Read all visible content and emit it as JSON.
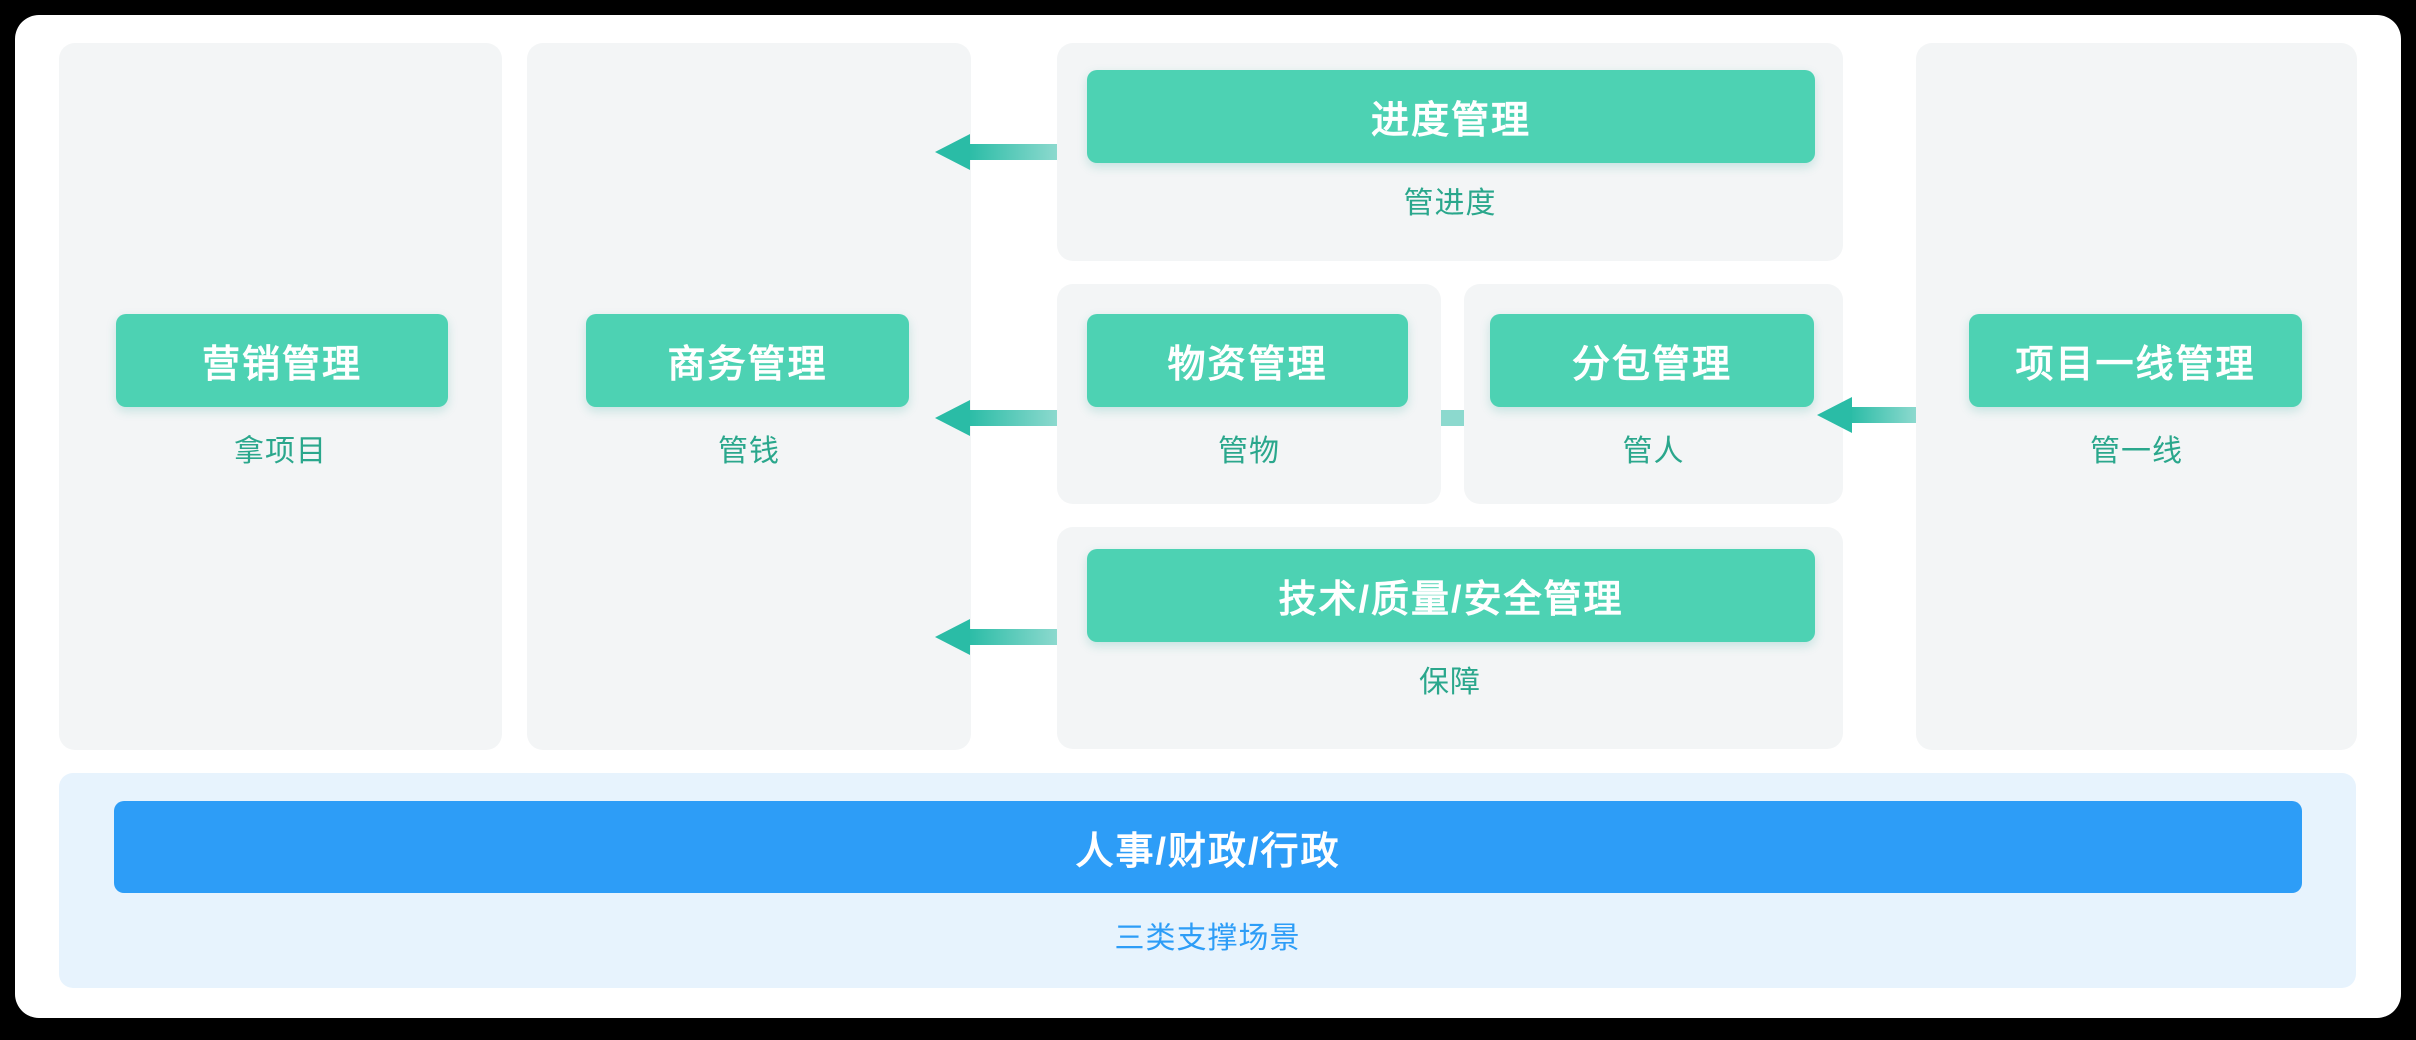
{
  "diagram": {
    "panels": {
      "marketing": {
        "button_label": "营销管理",
        "caption": "拿项目"
      },
      "business": {
        "button_label": "商务管理",
        "caption": "管钱"
      },
      "schedule": {
        "button_label": "进度管理",
        "caption": "管进度"
      },
      "materials": {
        "button_label": "物资管理",
        "caption": "管物"
      },
      "subcontract": {
        "button_label": "分包管理",
        "caption": "管人"
      },
      "tech_quality_safety": {
        "button_label": "技术/质量/安全管理",
        "caption": "保障"
      },
      "frontline": {
        "button_label": "项目一线管理",
        "caption": "管一线"
      },
      "support": {
        "button_label": "人事/财政/行政",
        "caption": "三类支撑场景"
      }
    },
    "arrows": [
      {
        "name": "schedule-to-business",
        "direction": "left"
      },
      {
        "name": "materials-to-business",
        "direction": "left"
      },
      {
        "name": "tech-to-business",
        "direction": "left"
      },
      {
        "name": "frontline-to-subcontract",
        "direction": "left"
      }
    ],
    "colors": {
      "background": "#000000",
      "card": "#FFFFFF",
      "panel_gray": "#F3F5F6",
      "accent_green": "#4DD2B3",
      "caption_teal": "#2AA78C",
      "arrow_dark": "#2ABCA6",
      "arrow_light": "#8CD9CE",
      "support_panel_blue": "#E7F3FD",
      "accent_blue": "#2D9DF7",
      "button_text": "#FFFFFF"
    }
  }
}
